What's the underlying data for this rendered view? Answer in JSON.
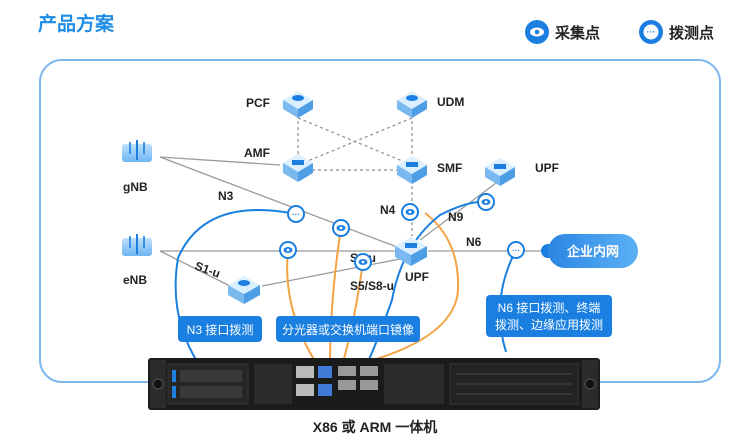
{
  "title": "产品方案",
  "legend": {
    "collect_label": "采集点",
    "probe_label": "拨测点"
  },
  "nodes": {
    "pcf": "PCF",
    "udm": "UDM",
    "amf": "AMF",
    "smf": "SMF",
    "upf_top": "UPF",
    "upf_main": "UPF",
    "gnb": "gNB",
    "enb": "eNB"
  },
  "interfaces": {
    "n3": "N3",
    "n4": "N4",
    "n9": "N9",
    "n6": "N6",
    "s1u_left": "S1-u",
    "s1u_right": "S1-u",
    "s5s8u": "S5/S8-u"
  },
  "enterprise_network": "企业内网",
  "callouts": {
    "n3_probe": "N3 接口拨测",
    "splitter_mirror": "分光器或交换机端口镜像",
    "n6_probe_line1": "N6 接口拨测、终端",
    "n6_probe_line2": "拨测、边缘应用拨测"
  },
  "device_caption": "X86 或 ARM 一体机",
  "colors": {
    "title_blue": "#1f8ce6",
    "accent_blue": "#1a7fe0",
    "orange": "#f2a344",
    "dark_line": "#9a9a9a",
    "icon_blue": "#5aaaf0"
  }
}
